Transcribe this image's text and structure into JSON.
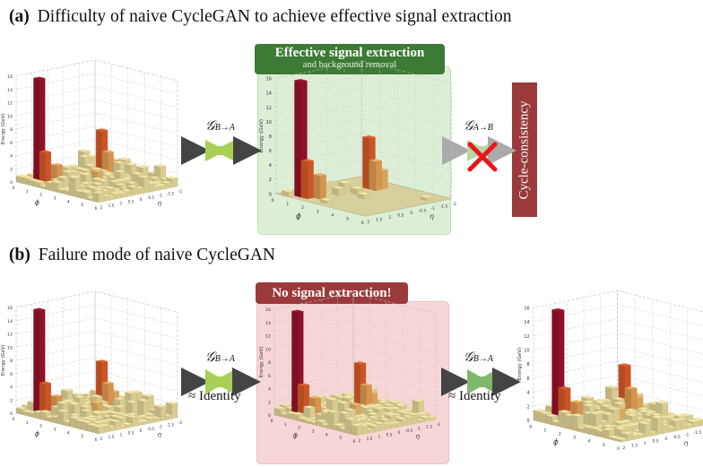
{
  "heading_a": {
    "tag": "(a)",
    "text": "Difficulty of naive CycleGAN to achieve effective signal extraction"
  },
  "heading_b": {
    "tag": "(b)",
    "text": "Failure mode of naive CycleGAN"
  },
  "banner_green": {
    "main": "Effective signal extraction",
    "sub": "and background removal"
  },
  "banner_red": {
    "text": "No signal extraction!"
  },
  "cycle_consistency": "Cycle-consistency",
  "generators": {
    "g_ba_label": "𝒢",
    "g_ba_sub": "B→A",
    "g_ab_label": "𝒢",
    "g_ab_sub": "A→B"
  },
  "approx_identity": "≈ Identity",
  "plot": {
    "ylabel": "Energy (GeV)",
    "y_ticks": [
      "0",
      "2",
      "4",
      "6",
      "8",
      "10",
      "12",
      "14",
      "16"
    ],
    "phi_label": "ϕ",
    "eta_label": "η",
    "phi_ticks": [
      "0",
      "1",
      "2",
      "3",
      "4",
      "5",
      "6"
    ],
    "eta_ticks": [
      "2",
      "1.5",
      "1",
      "0.5",
      "0",
      "-0.5",
      "-1",
      "-1.5",
      "-2"
    ]
  },
  "colors": {
    "green_panel": "#dcefd6",
    "green_banner": "#3d7a35",
    "red_panel": "#f6d6d6",
    "red_banner": "#9a3a3c",
    "generator_green": "#a9cf55",
    "generator_dark_green": "#7fb86a",
    "cross_red": "#e8161a",
    "arrow_dark": "#444444",
    "arrow_light": "#aaaaaa",
    "signal_dark": "#a3132c",
    "signal_orange": "#e8602a",
    "bar_yellow": "#f6e7a6"
  }
}
